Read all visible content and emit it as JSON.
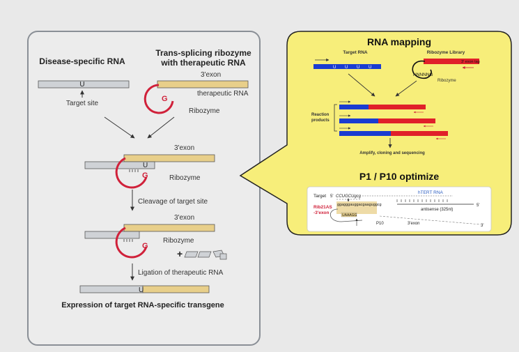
{
  "left_panel": {
    "title_disease": "Disease-specific RNA",
    "title_ribozyme_line1": "Trans-splicing ribozyme",
    "title_ribozyme_line2": "with therapeutic RNA",
    "u_label": "U",
    "target_site": "Target site",
    "exon3_label": "3'exon",
    "therapeutic_rna": "therapeutic RNA",
    "g_label": "G",
    "ribozyme_label": "Ribozyme",
    "cleavage_label": "Cleavage of target site",
    "plus": "+",
    "ligation_label": "Ligation of therapeutic RNA",
    "expression_label": "Expression of target RNA-specific transgene"
  },
  "right_panel": {
    "title_mapping": "RNA mapping",
    "target_rna": "Target RNA",
    "u_label": "U",
    "ribozyme_library": "Ribozyme Library",
    "exon_tag": "3' exon tag",
    "nnnnng": "NNNNNG",
    "ribozyme": "Ribozyme",
    "reaction_line1": "Reaction",
    "reaction_line2": "products",
    "amplify": "Amplify, cloning and sequencing",
    "title_optimize": "P1 / P10 optimize",
    "inset": {
      "target_label": "Target",
      "five_prime": "5'",
      "target_seq": "CCUGCUgcg",
      "htert": "hTERT RNA",
      "rib_line1": "Rib21AS",
      "rib_line2": "-3'exon",
      "rib_seq": "ggagggauggacgaaguggcg",
      "antisense": "antisense (325nt)",
      "three_prime_right": "5'",
      "uaaagg": "UAAAGG",
      "p10": "P10",
      "exon3": "3'exon",
      "three_prime_end": "3'"
    }
  },
  "colors": {
    "bubble": "#f7ee7a",
    "gray_rna": "#cfd2d6",
    "gold_rna": "#e8cf8a",
    "ribozyme_red": "#d0213a",
    "blue_rna": "#1a3cd1",
    "red_rna": "#e0202a"
  }
}
